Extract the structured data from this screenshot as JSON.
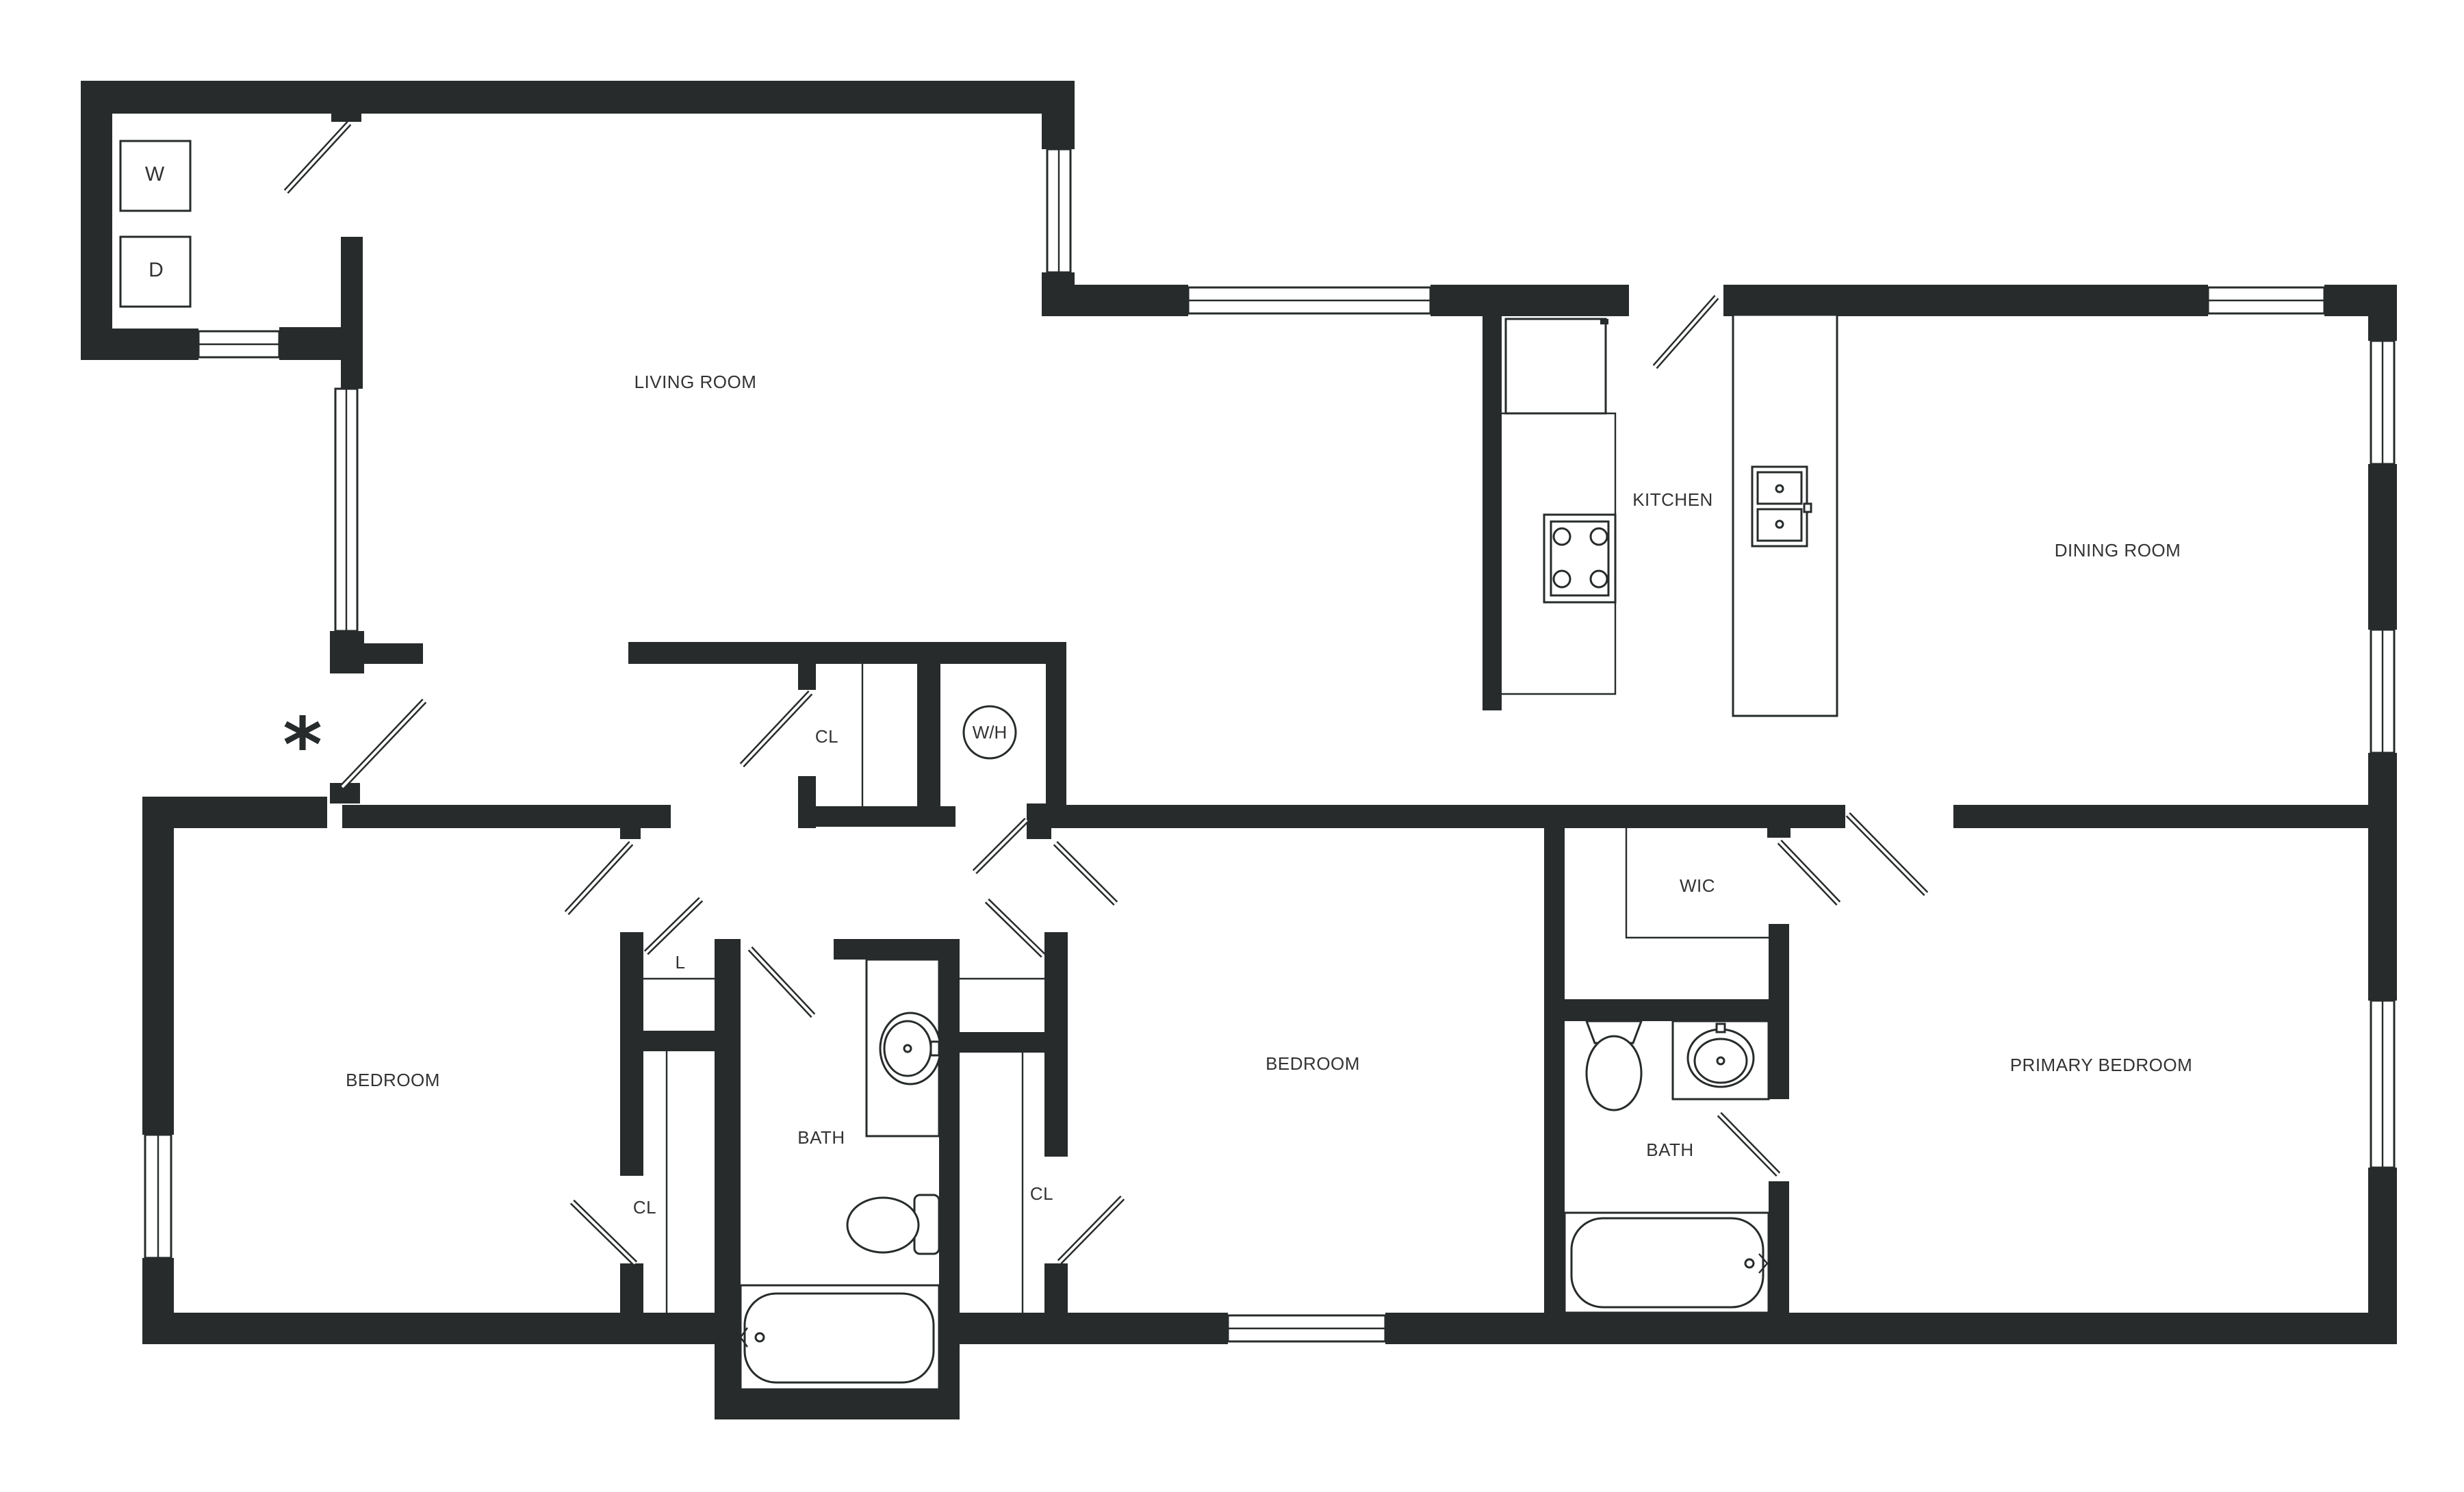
{
  "rooms": {
    "living_room": "LIVING ROOM",
    "kitchen": "KITCHEN",
    "dining_room": "DINING ROOM",
    "bedroom_left": "BEDROOM",
    "bedroom_center": "BEDROOM",
    "primary_bedroom": "PRIMARY BEDROOM",
    "bath_center": "BATH",
    "bath_right": "BATH",
    "wic": "WIC",
    "closet_hall": "CL",
    "closet_left": "CL",
    "closet_center": "CL",
    "linen": "L"
  },
  "appliances": {
    "washer": "W",
    "dryer": "D",
    "water_heater": "W/H"
  },
  "markers": {
    "entry": "*"
  }
}
